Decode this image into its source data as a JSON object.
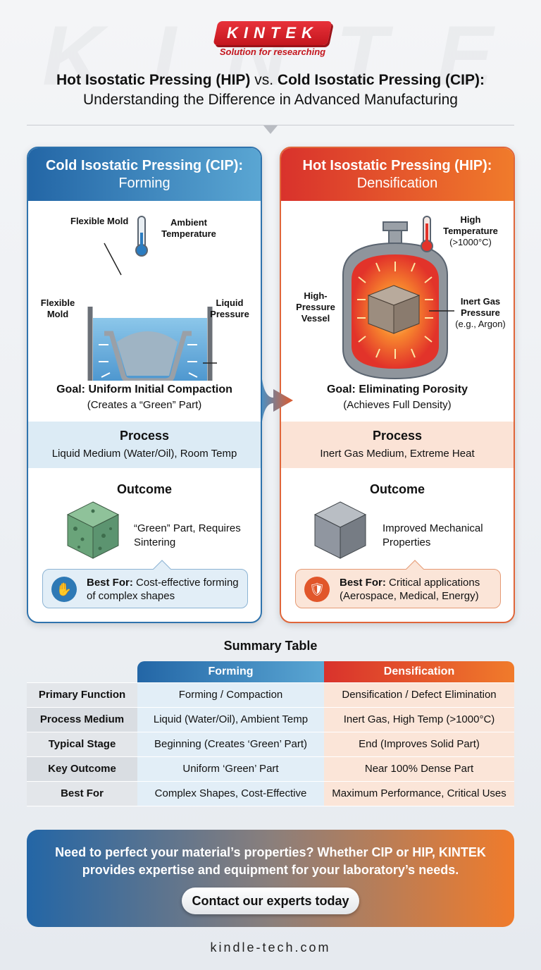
{
  "brand": {
    "logo_text": "KINTEK",
    "tagline": "Solution for researching",
    "watermark": "KINTEK"
  },
  "title": {
    "hip": "Hot Isostatic Pressing (HIP)",
    "vs": " vs. ",
    "cip": "Cold Isostatic Pressing (CIP):",
    "subtitle": "Understanding the Difference in Advanced Manufacturing"
  },
  "colors": {
    "cip_accent": "#2366a6",
    "hip_accent": "#e0432c",
    "hip_orange": "#f07b2b"
  },
  "cip": {
    "heading": "Cold Isostatic Pressing (CIP):",
    "subheading": "Forming",
    "diagram": {
      "label_mold_top": "Flexible Mold",
      "label_temp": "Ambient Temperature",
      "label_mold_left": "Flexible Mold",
      "label_pressure": "Liquid Pressure"
    },
    "goal_label": "Goal:",
    "goal": "Uniform Initial Compaction",
    "goal_note": "(Creates a “Green” Part)",
    "process_title": "Process",
    "process": "Liquid Medium (Water/Oil), Room Temp",
    "outcome_title": "Outcome",
    "outcome": "“Green” Part, Requires Sintering",
    "best_for_label": "Best For:",
    "best_for": "Cost-effective forming of complex shapes"
  },
  "hip": {
    "heading": "Hot Isostatic Pressing (HIP):",
    "subheading": "Densification",
    "diagram": {
      "label_temp": "High Temperature",
      "label_temp_value": "(>1000°C)",
      "label_vessel": "High-Pressure Vessel",
      "label_gas": "Inert Gas Pressure",
      "label_gas_example": "(e.g., Argon)"
    },
    "goal_label": "Goal:",
    "goal": "Eliminating Porosity",
    "goal_note": "(Achieves Full Density)",
    "process_title": "Process",
    "process": "Inert Gas Medium, Extreme Heat",
    "outcome_title": "Outcome",
    "outcome": "Improved Mechanical Properties",
    "best_for_label": "Best For:",
    "best_for": "Critical applications (Aerospace, Medical, Energy)"
  },
  "summary": {
    "title": "Summary Table",
    "columns": [
      "Forming",
      "Densification"
    ],
    "rows": [
      {
        "label": "Primary Function",
        "forming": "Forming / Compaction",
        "densification": "Densification / Defect Elimination"
      },
      {
        "label": "Process Medium",
        "forming": "Liquid (Water/Oil), Ambient Temp",
        "densification": "Inert Gas, High Temp (>1000°C)"
      },
      {
        "label": "Typical Stage",
        "forming": "Beginning (Creates ‘Green’ Part)",
        "densification": "End (Improves Solid Part)"
      },
      {
        "label": "Key Outcome",
        "forming": "Uniform ‘Green’ Part",
        "densification": "Near 100% Dense Part"
      },
      {
        "label": "Best For",
        "forming": "Complex Shapes, Cost-Effective",
        "densification": "Maximum Performance, Critical Uses"
      }
    ]
  },
  "cta": {
    "line1": "Need to perfect your material’s properties? Whether CIP or HIP, KINTEK",
    "line2": "provides expertise and equipment for your laboratory’s needs.",
    "button": "Contact our experts today"
  },
  "footer": {
    "url": "kindle-tech.com"
  }
}
